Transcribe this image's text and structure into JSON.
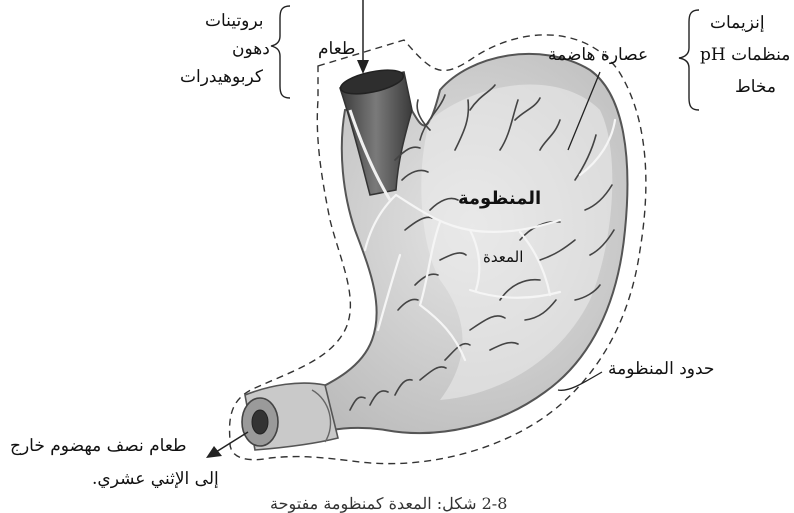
{
  "labels": {
    "food_word": "طعام",
    "food_items": [
      "بروتينات",
      "دهون",
      "كربوهيدرات"
    ],
    "juice_word": "عصارة هاضمة",
    "juice_items": [
      "إنزيمات",
      "منظمات pH",
      "مخاط"
    ],
    "system": "المنظومة",
    "organ": "المعدة",
    "boundary": "حدود المنظومة",
    "output_line1": "طعام نصف مهضوم خارج",
    "output_line2": "إلى الإثني عشري."
  },
  "caption": "2-8 شكل: المعدة كمنظومة مفتوحة",
  "colors": {
    "stomach_fill": "#d6d6d6",
    "stomach_stroke": "#555555",
    "vessel": "#444444",
    "vessel_light": "#f2f2f2",
    "esophagus": "#5a5a5a",
    "boundary_dash": "#333333"
  }
}
